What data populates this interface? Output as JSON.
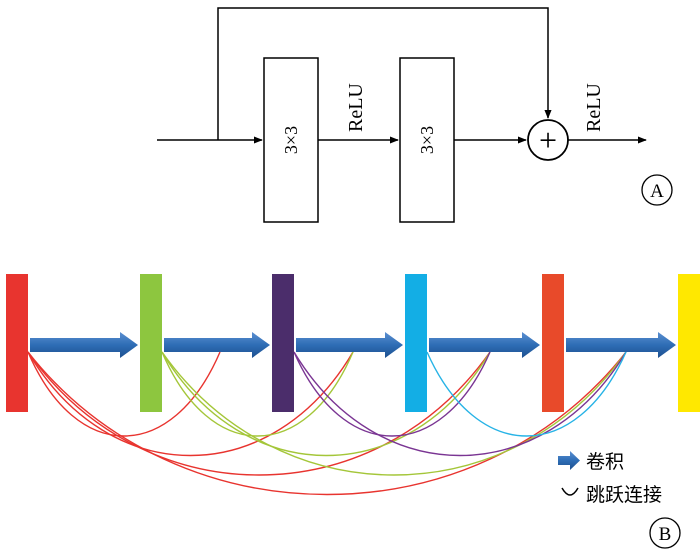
{
  "panel_a": {
    "conv1_label": "3×3",
    "conv2_label": "3×3",
    "relu1_label": "ReLU",
    "relu2_label": "ReLU",
    "add_symbol": "+",
    "panel_label": "A"
  },
  "panel_b": {
    "legend": {
      "conv_label": "卷积",
      "skip_label": "跳跃连接"
    },
    "panel_label": "B",
    "layers": [
      {
        "color": "#e8342f"
      },
      {
        "color": "#8dc63f"
      },
      {
        "color": "#4b2d6b"
      },
      {
        "color": "#13aee5"
      },
      {
        "color": "#e84a2a"
      },
      {
        "color": "#ffe800"
      }
    ],
    "conv_arrow_color": "#2e6db5",
    "skip_colors": [
      "#e8342f",
      "#a4c639",
      "#7a3593",
      "#27b3e6"
    ]
  }
}
